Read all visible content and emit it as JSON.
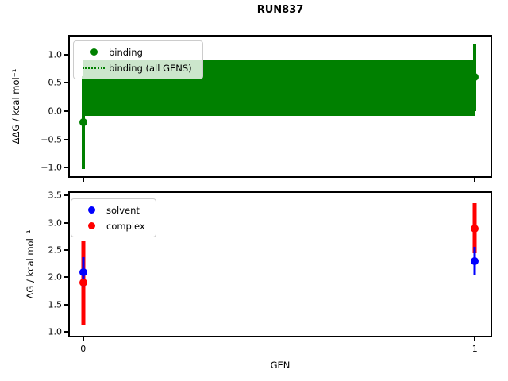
{
  "figure": {
    "title": "RUN837"
  },
  "chart_data": [
    {
      "type": "scatter",
      "subtype": "errorbar",
      "ylabel": "ΔΔG / kcal mol⁻¹",
      "xlim": [
        -0.034,
        1.04
      ],
      "ylim": [
        -1.15,
        1.32
      ],
      "grid": false,
      "yticks": [
        {
          "value": 1.0,
          "label": "1.0"
        },
        {
          "value": 0.5,
          "label": "0.5"
        },
        {
          "value": 0.0,
          "label": "0.0"
        },
        {
          "value": -0.5,
          "label": "−0.5"
        },
        {
          "value": -1.0,
          "label": "−1.0"
        }
      ],
      "xticks": [
        {
          "value": 0,
          "label": ""
        },
        {
          "value": 1,
          "label": ""
        }
      ],
      "band": {
        "label": "binding (all GENS)",
        "color": "#008000",
        "linestyle": "dotted",
        "x_start": 0,
        "x_end": 1,
        "y_low": -0.09,
        "y_high": 0.9
      },
      "series": [
        {
          "name": "binding",
          "color": "#008000",
          "line_width": 4,
          "marker_size": 10,
          "points": [
            {
              "x": 0,
              "y": -0.2,
              "err": 0.82
            },
            {
              "x": 1,
              "y": 0.6,
              "err": 0.6
            }
          ]
        }
      ],
      "legend": {
        "position": "upper-left",
        "entries": [
          {
            "label": "binding",
            "swatch": "dot",
            "color": "#008000"
          },
          {
            "label": "binding (all GENS)",
            "swatch": "dotted-line",
            "color": "#008000"
          }
        ]
      }
    },
    {
      "type": "scatter",
      "subtype": "errorbar",
      "xlabel": "GEN",
      "ylabel": "ΔG / kcal mol⁻¹",
      "xlim": [
        -0.034,
        1.04
      ],
      "ylim": [
        0.93,
        3.55
      ],
      "grid": false,
      "yticks": [
        {
          "value": 3.5,
          "label": "3.5"
        },
        {
          "value": 3.0,
          "label": "3.0"
        },
        {
          "value": 2.5,
          "label": "2.5"
        },
        {
          "value": 2.0,
          "label": "2.0"
        },
        {
          "value": 1.5,
          "label": "1.5"
        },
        {
          "value": 1.0,
          "label": "1.0"
        }
      ],
      "xticks": [
        {
          "value": 0,
          "label": "0"
        },
        {
          "value": 1,
          "label": "1"
        }
      ],
      "series": [
        {
          "name": "solvent",
          "color": "#0000ff",
          "line_width": 3,
          "marker_size": 10,
          "points": [
            {
              "x": 0,
              "y": 2.1,
              "err": 0.27
            },
            {
              "x": 1,
              "y": 2.3,
              "err": 0.26
            }
          ]
        },
        {
          "name": "complex",
          "color": "#ff0000",
          "line_width": 5,
          "marker_size": 10,
          "points": [
            {
              "x": 0,
              "y": 1.9,
              "err": 0.78
            },
            {
              "x": 1,
              "y": 2.9,
              "err": 0.46
            }
          ]
        }
      ],
      "legend": {
        "position": "upper-left",
        "entries": [
          {
            "label": "solvent",
            "swatch": "dot",
            "color": "#0000ff"
          },
          {
            "label": "complex",
            "swatch": "dot",
            "color": "#ff0000"
          }
        ]
      }
    }
  ]
}
